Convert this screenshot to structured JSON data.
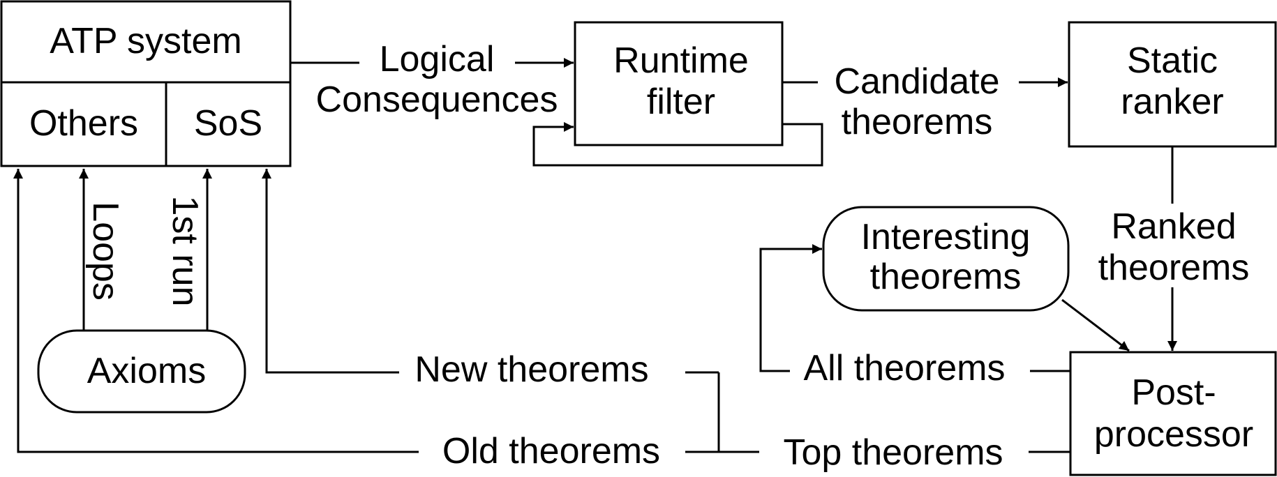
{
  "nodes": {
    "atp_system": "ATP system",
    "others": "Others",
    "sos": "SoS",
    "axioms": "Axioms",
    "runtime_filter": [
      "Runtime",
      "filter"
    ],
    "static_ranker": [
      "Static",
      "ranker"
    ],
    "interesting_theorems": [
      "Interesting",
      "theorems"
    ],
    "post_processor": [
      "Post-",
      "processor"
    ]
  },
  "edges": {
    "logical_consequences": [
      "Logical",
      "Consequences"
    ],
    "candidate_theorems": [
      "Candidate",
      "theorems"
    ],
    "ranked_theorems": [
      "Ranked",
      "theorems"
    ],
    "loops": "Loops",
    "first_run": "1st run",
    "new_theorems": "New theorems",
    "old_theorems": "Old theorems",
    "all_theorems": "All theorems",
    "top_theorems": "Top theorems"
  }
}
